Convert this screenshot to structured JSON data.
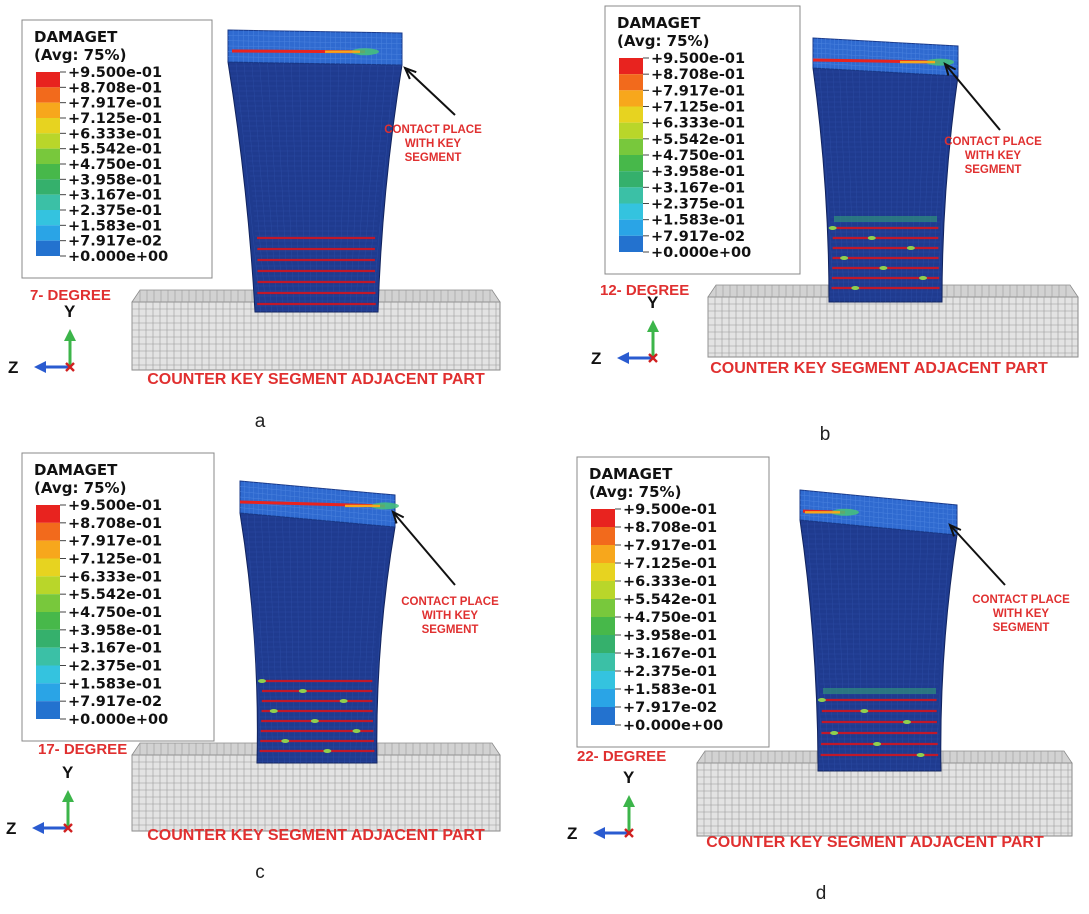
{
  "legend": {
    "title": "DAMAGET",
    "subtitle": "(Avg: 75%)",
    "values": [
      "+9.500e-01",
      "+8.708e-01",
      "+7.917e-01",
      "+7.125e-01",
      "+6.333e-01",
      "+5.542e-01",
      "+4.750e-01",
      "+3.958e-01",
      "+3.167e-01",
      "+2.375e-01",
      "+1.583e-01",
      "+7.917e-02",
      "+0.000e+00"
    ],
    "colors": [
      "#e8231f",
      "#f26a1c",
      "#f7a71c",
      "#e7d320",
      "#b9d62a",
      "#78c83c",
      "#47b84a",
      "#35b06c",
      "#3bc0a6",
      "#34c3df",
      "#2aa4e6",
      "#2372cf",
      "#1b46b0"
    ]
  },
  "contact_label": [
    "CONTACT PLACE",
    "WITH KEY",
    "SEGMENT"
  ],
  "base_label": "COUNTER KEY SEGMENT ADJACENT PART",
  "axes": {
    "y": "Y",
    "z": "Z"
  },
  "panels": [
    {
      "letter": "a",
      "degree": "7- DEGREE"
    },
    {
      "letter": "b",
      "degree": "12- DEGREE"
    },
    {
      "letter": "c",
      "degree": "17- DEGREE"
    },
    {
      "letter": "d",
      "degree": "22- DEGREE"
    }
  ],
  "colors": {
    "mesh_blue": "#1f3b8f",
    "top_blue": "#2f6ad0",
    "damage_red": "#c0182a",
    "label_red": "#e03030",
    "base_grey": "#e3e3e3",
    "arrow_green": "#3cb54a",
    "arrow_blue": "#2a5bd0"
  }
}
